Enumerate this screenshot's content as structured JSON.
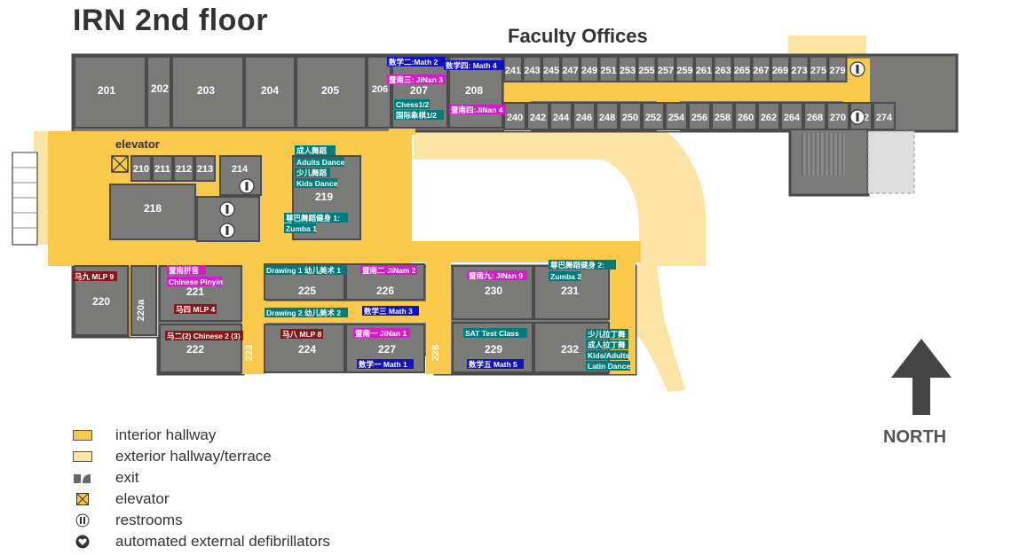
{
  "title": "IRN 2nd floor",
  "subtitle": "Faculty Offices",
  "north_label": "NORTH",
  "colors": {
    "interior": "#f8c94a",
    "exterior": "#fbe4a4",
    "room": "#7a7a78",
    "wall": "#4b4b4b",
    "teal": "#007b7b",
    "magenta": "#d21ec9",
    "blue": "#1010c8",
    "maroon": "#8a1418"
  },
  "rooms_top_left": [
    "201",
    "202",
    "203",
    "204",
    "205",
    "206",
    "207",
    "208"
  ],
  "rooms_faculty_top": [
    "241",
    "243",
    "245",
    "247",
    "249",
    "251",
    "253",
    "255",
    "257",
    "259",
    "261",
    "263",
    "265",
    "267",
    "269",
    "273",
    "275",
    "279"
  ],
  "rooms_faculty_bottom": [
    "240",
    "242",
    "244",
    "246",
    "248",
    "250",
    "252",
    "254",
    "256",
    "258",
    "260",
    "262",
    "264",
    "268",
    "270",
    "272",
    "274"
  ],
  "rooms_center": [
    "210",
    "211",
    "212",
    "213",
    "214",
    "218",
    "219"
  ],
  "rooms_south": [
    "220",
    "220a",
    "221",
    "222",
    "223",
    "224",
    "225",
    "226",
    "227",
    "228",
    "229",
    "230",
    "231",
    "232"
  ],
  "elevator_label": "elevator",
  "class_tags": [
    {
      "text": "数学二:Math 2",
      "color": "blue"
    },
    {
      "text": "数学四: Math 4",
      "color": "blue"
    },
    {
      "text": "暨南三: JiNan 3",
      "color": "magenta"
    },
    {
      "text": "Chess1/2",
      "color": "teal"
    },
    {
      "text": "国际象棋1/2",
      "color": "teal"
    },
    {
      "text": "暨南四:JiNan 4",
      "color": "magenta"
    },
    {
      "text": "成人舞蹈",
      "color": "teal"
    },
    {
      "text": "Adults  Dance",
      "color": "teal"
    },
    {
      "text": "少儿舞蹈",
      "color": "teal"
    },
    {
      "text": "Kids  Dance",
      "color": "teal"
    },
    {
      "text": "尊巴舞蹈健身 1:",
      "color": "teal"
    },
    {
      "text": "Zumba 1",
      "color": "teal"
    },
    {
      "text": "马九 MLP 9",
      "color": "maroon"
    },
    {
      "text": "暨南拼音",
      "color": "magenta"
    },
    {
      "text": "Chinese Pinyin",
      "color": "magenta"
    },
    {
      "text": "马四 MLP 4",
      "color": "maroon"
    },
    {
      "text": "马二(2) Chinese 2 (3)",
      "color": "maroon"
    },
    {
      "text": "Drawing 1 幼儿美术 1",
      "color": "teal"
    },
    {
      "text": "暨南二 JiNam 2",
      "color": "magenta"
    },
    {
      "text": "Drawing 2 幼儿美术 2",
      "color": "teal"
    },
    {
      "text": "数学三 Math 3",
      "color": "blue"
    },
    {
      "text": "马八 MLP 8",
      "color": "maroon"
    },
    {
      "text": "暨南一 JiNan 1",
      "color": "magenta"
    },
    {
      "text": "数学一 Math 1",
      "color": "blue"
    },
    {
      "text": "暨南九: JiNan 9",
      "color": "magenta"
    },
    {
      "text": "尊巴舞蹈健身 2:",
      "color": "teal"
    },
    {
      "text": "Zumba 2",
      "color": "teal"
    },
    {
      "text": "SAT Test Class",
      "color": "teal"
    },
    {
      "text": "数学五 Math 5",
      "color": "blue"
    },
    {
      "text": "少儿拉丁舞",
      "color": "teal"
    },
    {
      "text": "成人拉丁舞",
      "color": "teal"
    },
    {
      "text": "Kids/Adults",
      "color": "teal"
    },
    {
      "text": "Latin Dance",
      "color": "teal"
    }
  ],
  "legend": [
    {
      "icon": "interior-hallway-swatch",
      "label": "interior hallway"
    },
    {
      "icon": "exterior-hallway-swatch",
      "label": "exterior hallway/terrace"
    },
    {
      "icon": "exit-icon",
      "label": "exit"
    },
    {
      "icon": "elevator-icon",
      "label": "elevator"
    },
    {
      "icon": "restroom-icon",
      "label": "restrooms"
    },
    {
      "icon": "defibrillator-icon",
      "label": "automated external defibrillators"
    }
  ]
}
